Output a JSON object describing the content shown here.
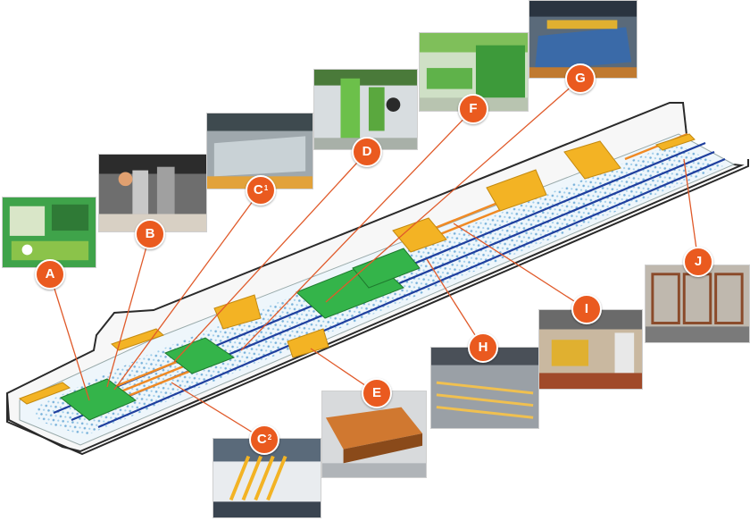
{
  "colors": {
    "marker": "#ea5a1f",
    "leader": "#e05a2a",
    "hall_wall": "#f7f7f7",
    "hall_outline": "#2a2a2a",
    "floor": "#eef6fb",
    "grid_dots": "#5aa0d2",
    "rail": "#1f3f9e",
    "gantry_green": "#34b44a",
    "gantry_yellow": "#f3b324",
    "plates_orange": "#f08a24"
  },
  "markers": [
    {
      "id": "A",
      "sup": ""
    },
    {
      "id": "B",
      "sup": ""
    },
    {
      "id": "C",
      "sup": "1"
    },
    {
      "id": "D",
      "sup": ""
    },
    {
      "id": "F",
      "sup": ""
    },
    {
      "id": "G",
      "sup": ""
    },
    {
      "id": "C",
      "sup": "2"
    },
    {
      "id": "E",
      "sup": ""
    },
    {
      "id": "H",
      "sup": ""
    },
    {
      "id": "I",
      "sup": ""
    },
    {
      "id": "J",
      "sup": ""
    }
  ]
}
